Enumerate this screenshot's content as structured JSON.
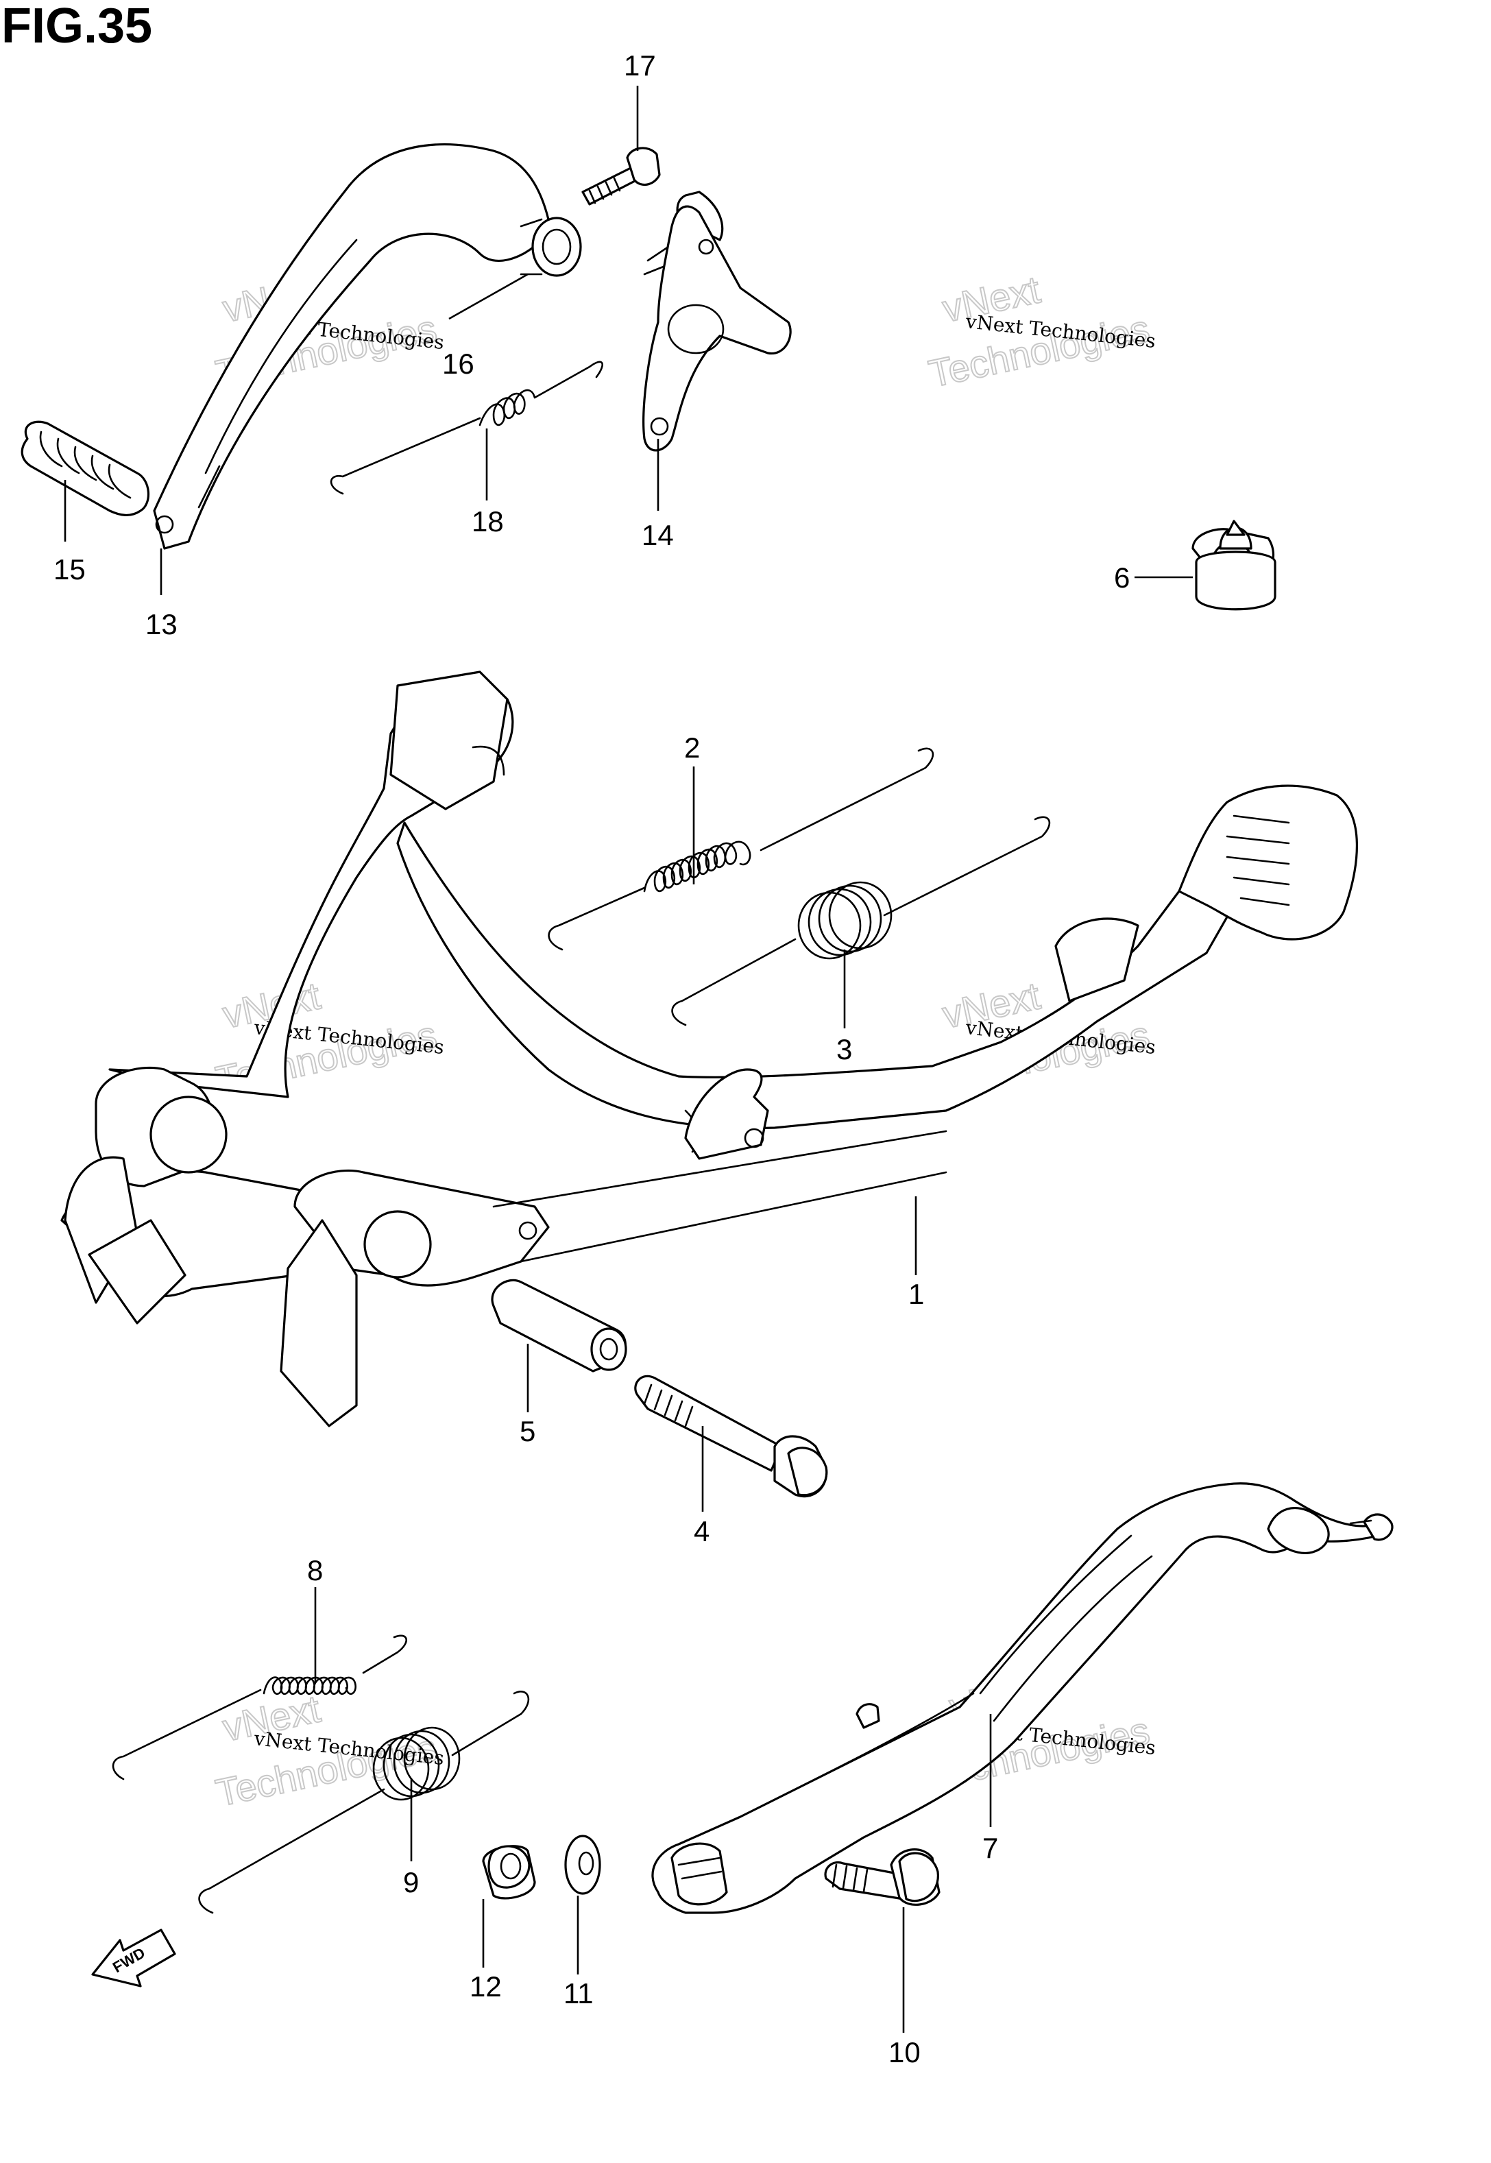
{
  "figure": {
    "title": "FIG.35"
  },
  "watermark": {
    "company": "vNext Technologies",
    "brand_big_top": "vNext",
    "brand_big_bottom": "Technologies"
  },
  "direction_badge": {
    "label": "FWD"
  },
  "callouts": [
    {
      "id": "1",
      "label": "1"
    },
    {
      "id": "2",
      "label": "2"
    },
    {
      "id": "3",
      "label": "3"
    },
    {
      "id": "4",
      "label": "4"
    },
    {
      "id": "5",
      "label": "5"
    },
    {
      "id": "6",
      "label": "6"
    },
    {
      "id": "7",
      "label": "7"
    },
    {
      "id": "8",
      "label": "8"
    },
    {
      "id": "9",
      "label": "9"
    },
    {
      "id": "10",
      "label": "10"
    },
    {
      "id": "11",
      "label": "11"
    },
    {
      "id": "12",
      "label": "12"
    },
    {
      "id": "13",
      "label": "13"
    },
    {
      "id": "14",
      "label": "14"
    },
    {
      "id": "15",
      "label": "15"
    },
    {
      "id": "16",
      "label": "16"
    },
    {
      "id": "17",
      "label": "17"
    },
    {
      "id": "18",
      "label": "18"
    }
  ]
}
